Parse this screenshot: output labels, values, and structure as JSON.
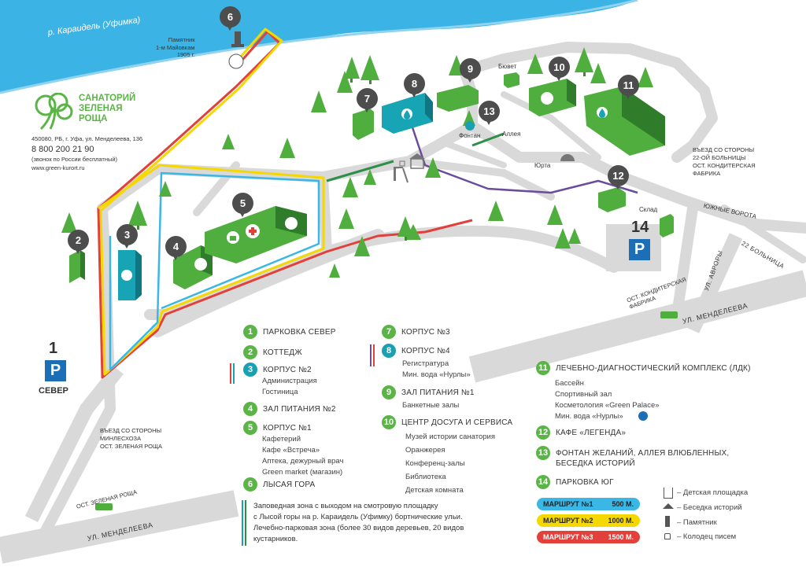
{
  "brand": {
    "name_line1": "САНАТОРИЙ",
    "name_line2": "ЗЕЛЕНАЯ",
    "name_line3": "РОЩА",
    "address": "450080, РБ, г. Уфа, ул. Менделеева, 136",
    "phone": "8 800 200 21 90",
    "phone_note": "(звонок по России бесплатный)",
    "website": "www.green-kurort.ru",
    "brand_color": "#5bb546"
  },
  "map": {
    "river_label": "р. Караидель (Уфимка)",
    "monument_label_1": "Памятник",
    "monument_label_2": "1-м Майовкам",
    "monument_label_3": "1905 г.",
    "buvet_label": "Бювет",
    "fountain_label": "Фонтан",
    "alley_label": "Аллея",
    "yurt_label": "Юрта",
    "warehouse_label": "Склад",
    "south_gate_label": "ЮЖНЫЕ ВОРОТА",
    "entry_east_1": "ВЪЕЗД СО СТОРОНЫ",
    "entry_east_2": "22-ОЙ БОЛЬНИЦЫ",
    "entry_east_3": "ОСТ. КОНДИТЕРСКАЯ",
    "entry_east_4": "ФАБРИКА",
    "entry_west_1": "ВЪЕЗД СО СТОРОНЫ",
    "entry_west_2": "МИНЛЕСХОЗА",
    "entry_west_3": "ОСТ. ЗЕЛЕНАЯ РОЩА",
    "street_mendeleeva_1": "УЛ. МЕНДЕЛЕЕВА",
    "street_mendeleeva_2": "УЛ. МЕНДЕЛЕЕВА",
    "street_avrory": "УЛ. АВРОРЫ",
    "street_22_bolnitsa": "22 БОЛЬНИЦА",
    "stop_konditerskaya_1": "ОСТ. КОНДИТЕРСКАЯ",
    "stop_konditerskaya_2": "ФАБРИКА",
    "stop_zelenaya_roshcha": "ОСТ. ЗЕЛЕНАЯ РОЩА",
    "parking_north_num": "1",
    "parking_north_label": "СЕВЕР",
    "parking_south_num": "14",
    "parking_letter": "P",
    "pins": [
      "2",
      "3",
      "4",
      "5",
      "6",
      "7",
      "8",
      "9",
      "10",
      "11",
      "12",
      "13"
    ],
    "colors": {
      "river": "#3bb4e5",
      "road": "#d9d9d9",
      "building": "#4fae3e",
      "building_dark": "#2f7d2a",
      "teal": "#17a4b4",
      "tree": "#4fae3e",
      "route1": "#3bb7e6",
      "route2": "#f5d800",
      "route3": "#e2403a",
      "route_purple": "#6b4c9a"
    }
  },
  "legend": {
    "col1": [
      {
        "num": "1",
        "title": "ПАРКОВКА СЕВЕР",
        "subs": []
      },
      {
        "num": "2",
        "title": "КОТТЕДЖ",
        "subs": []
      },
      {
        "num": "3",
        "title": "КОРПУС №2",
        "subs": [
          "Администрация",
          "Гостиница"
        ]
      },
      {
        "num": "4",
        "title": "ЗАЛ ПИТАНИЯ №2",
        "subs": []
      },
      {
        "num": "5",
        "title": "КОРПУС №1",
        "subs": [
          "Кафетерий",
          "Кафе «Встреча»",
          "Аптека, дежурный врач",
          "Green market (магазин)"
        ]
      },
      {
        "num": "6",
        "title": "ЛЫСАЯ ГОРА",
        "subs": []
      }
    ],
    "col2": [
      {
        "num": "7",
        "title": "КОРПУС №3",
        "subs": []
      },
      {
        "num": "8",
        "title": "КОРПУС №4",
        "subs": [
          "Регистратура",
          "Мин. вода «Нурлы»"
        ]
      },
      {
        "num": "9",
        "title": "ЗАЛ ПИТАНИЯ №1",
        "subs": [
          "Банкетные залы"
        ]
      },
      {
        "num": "10",
        "title": "ЦЕНТР ДОСУГА И СЕРВИСА",
        "subs": [
          "Музей истории санатория",
          "Оранжерея",
          "Конференц-залы",
          "Библиотека",
          "Детская комната"
        ]
      }
    ],
    "col3": [
      {
        "num": "11",
        "title": "ЛЕЧЕБНО-ДИАГНОСТИЧЕСКИЙ КОМПЛЕКС (ЛДК)",
        "subs": [
          "Бассейн",
          "Спортивный зал",
          "Косметология «Green Palace»",
          "Мин. вода «Нурлы»"
        ]
      },
      {
        "num": "12",
        "title": "КАФЕ «ЛЕГЕНДА»",
        "subs": []
      },
      {
        "num": "13",
        "title": "ФОНТАН ЖЕЛАНИЙ, АЛЛЕЯ ВЛЮБЛЕННЫХ,",
        "title2": "БЕСЕДКА ИСТОРИЙ",
        "subs": []
      },
      {
        "num": "14",
        "title": "ПАРКОВКА ЮГ",
        "subs": []
      }
    ],
    "zone_note": [
      "Заповедная зона с выходом на смотровую площадку",
      "с Лысой горы на р. Караидель (Уфимку) бортнические ульи.",
      "Лечебно-парковая зона (более 30 видов деревьев, 20 видов",
      "кустарников."
    ],
    "routes": [
      {
        "name": "МАРШРУТ №1",
        "dist": "500 М.",
        "color": "#3bb7e6"
      },
      {
        "name": "МАРШРУТ №2",
        "dist": "1000 М.",
        "color": "#f5d800"
      },
      {
        "name": "МАРШРУТ №3",
        "dist": "1500 М.",
        "color": "#e2403a"
      }
    ],
    "icons": [
      {
        "icon": "playground-icon",
        "label": "– Детская площадка"
      },
      {
        "icon": "gazebo-icon",
        "label": "– Беседка историй"
      },
      {
        "icon": "monument-icon",
        "label": "– Памятник"
      },
      {
        "icon": "mailbox-icon",
        "label": "– Колодец писем"
      }
    ]
  }
}
